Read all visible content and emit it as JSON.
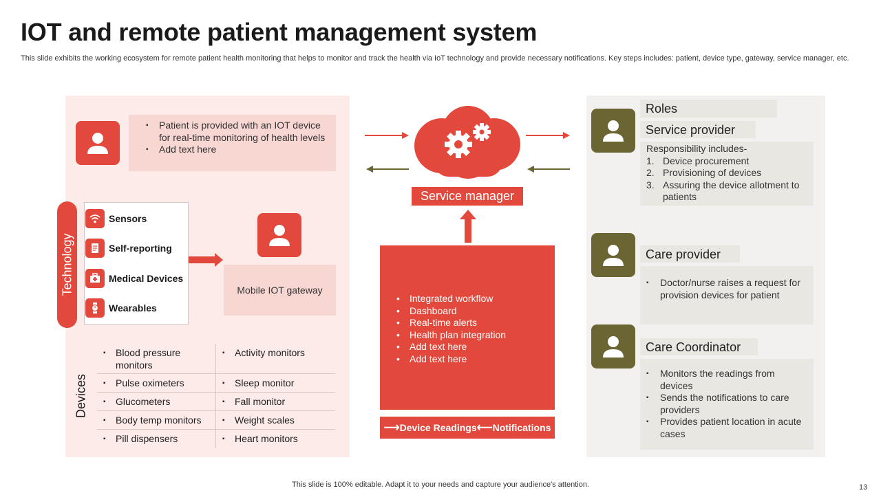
{
  "title": "IOT and remote patient management system",
  "subtitle": "This slide exhibits the working ecosystem for remote patient health monitoring that helps to monitor and track the health via IoT technology and provide necessary notifications. Key steps includes: patient, device type,  gateway, service manager, etc.",
  "patient": {
    "icon": "user-icon",
    "bullets": [
      "Patient is provided with an IOT device for real-time monitoring of health levels",
      "Add text here"
    ]
  },
  "technology": {
    "label": "Technology",
    "items": [
      {
        "label": "Sensors",
        "icon": "wifi-icon"
      },
      {
        "label": "Self-reporting",
        "icon": "document-icon"
      },
      {
        "label": "Medical Devices",
        "icon": "medical-kit-icon"
      },
      {
        "label": "Wearables",
        "icon": "watch-icon"
      }
    ]
  },
  "gateway": {
    "icon": "user-icon",
    "label": "Mobile IOT gateway"
  },
  "devices": {
    "label": "Devices",
    "rows": [
      [
        "Blood pressure monitors",
        "Activity monitors"
      ],
      [
        "Pulse oximeters",
        "Sleep monitor"
      ],
      [
        "Glucometers",
        "Fall monitor"
      ],
      [
        "Body temp monitors",
        "Weight scales"
      ],
      [
        "Pill dispensers",
        "Heart monitors"
      ]
    ]
  },
  "service_manager": {
    "icon": "cloud-gears-icon",
    "label": "Service manager",
    "features": [
      "Integrated workflow",
      "Dashboard",
      "Real-time alerts",
      "Health plan integration",
      "Add text here",
      "Add text here"
    ],
    "readings_label": "Device Readings",
    "notifications_label": "Notifications"
  },
  "roles": {
    "title": "Roles",
    "service_provider": {
      "title": "Service provider",
      "intro": "Responsibility includes-",
      "items": [
        {
          "n": "1.",
          "text": "Device procurement"
        },
        {
          "n": "2.",
          "text": "Provisioning of devices"
        },
        {
          "n": "3.",
          "text": "Assuring the device allotment to patients"
        }
      ]
    },
    "care_provider": {
      "title": "Care provider",
      "bullets": [
        "Doctor/nurse raises a request for provision devices for patient"
      ]
    },
    "care_coordinator": {
      "title": "Care Coordinator",
      "bullets": [
        "Monitors the readings from devices",
        "Sends the notifications to care providers",
        "Provides patient location in acute cases"
      ]
    }
  },
  "footer": "This slide is 100% editable. Adapt it to your needs and capture your audience's attention.",
  "page_number": "13",
  "colors": {
    "accent_red": "#e2483b",
    "olive": "#6b6533",
    "light_pink": "#f8d7d3",
    "panel_pink": "#fcebe8",
    "panel_grey": "#f2f1ef",
    "role_box": "#e9e7e2"
  }
}
